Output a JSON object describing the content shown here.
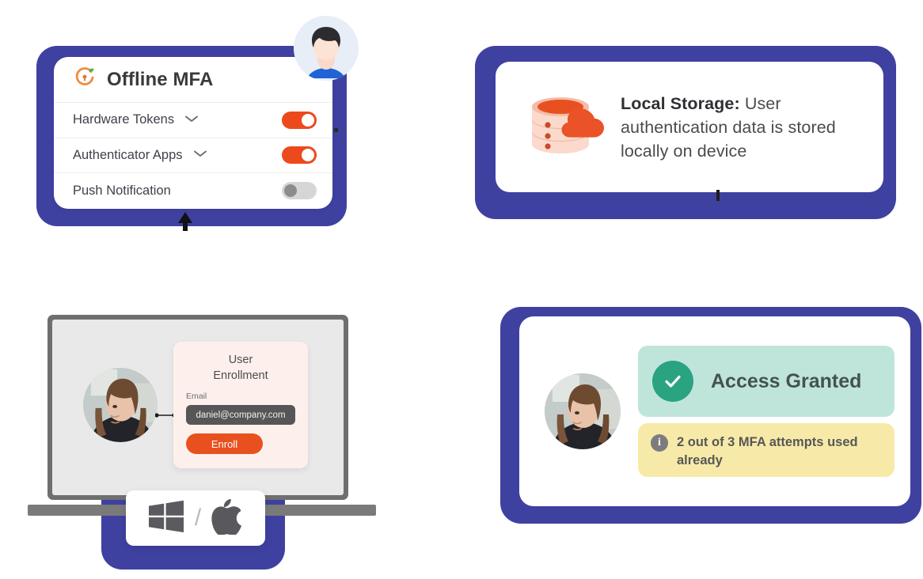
{
  "colors": {
    "plate_purple": "#3f41a0",
    "accent_orange": "#ec4a1c",
    "enroll_orange": "#e8511f",
    "toggle_off_gray": "#d6d6d6",
    "success_green": "#2aa382",
    "success_bg": "#bfe5db",
    "warning_bg": "#f7eaa8",
    "laptop_bezel": "#6f6f6f",
    "laptop_base": "#7a7a7a",
    "input_dark": "#565656"
  },
  "mfa_panel": {
    "logo_icon": "orange-ring-keyhole-leaf-icon",
    "title": "Offline MFA",
    "rows": [
      {
        "label": "Hardware Tokens",
        "chevron_icon": "chevron-down-icon",
        "toggle_state": "on"
      },
      {
        "label": "Authenticator Apps",
        "chevron_icon": "chevron-down-icon",
        "toggle_state": "on"
      },
      {
        "label": "Push Notification",
        "chevron_icon": "",
        "toggle_state": "off"
      }
    ],
    "avatar_icon": "user-avatar-illustration",
    "arrow_icon": "arrow-up-icon",
    "connector_dot_icon": "connector-dot-icon"
  },
  "local_storage_panel": {
    "icon": "database-cloud-icon",
    "title": "Local Storage:",
    "body": "User authentication data is stored locally on device",
    "connector_icon": "connector-dash-icon"
  },
  "access_panel": {
    "avatar_icon": "user-photo-avatar",
    "status": {
      "check_icon": "check-circle-icon",
      "label": "Access Granted"
    },
    "notice": {
      "info_icon": "info-circle-icon",
      "info_glyph": "i",
      "text": "2 out of 3 MFA attempts used already"
    }
  },
  "laptop_panel": {
    "avatar_icon": "user-photo-avatar",
    "connector_icon": "connector-line-icon",
    "enrollment": {
      "title_line1": "User",
      "title_line2": "Enrollment",
      "email_label": "Email",
      "email_value": "daniel@company.com",
      "email_placeholder": "daniel@company.com",
      "submit_label": "Enroll"
    },
    "os_badge": {
      "windows_icon": "windows-logo-icon",
      "separator": "/",
      "apple_icon": "apple-logo-icon"
    }
  }
}
